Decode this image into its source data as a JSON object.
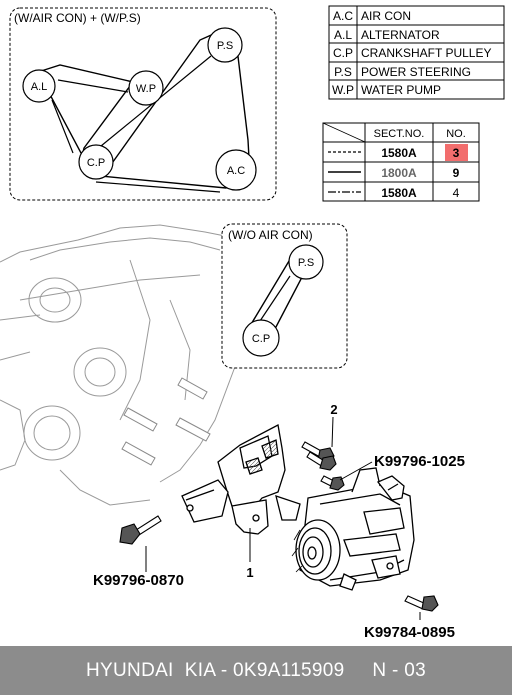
{
  "diagram": {
    "belt_routing_ac": {
      "label": "(W/AIR CON) + (W/P.S)",
      "pulleys": [
        "P.S",
        "A.L",
        "W.P",
        "C.P",
        "A.C"
      ]
    },
    "belt_routing_no_ac": {
      "label": "(W/O AIR CON)",
      "pulleys": [
        "P.S",
        "C.P"
      ]
    },
    "legend": [
      {
        "code": "A.C",
        "name": "AIR CON"
      },
      {
        "code": "A.L",
        "name": "ALTERNATOR"
      },
      {
        "code": "C.P",
        "name": "CRANKSHAFT PULLEY"
      },
      {
        "code": "P.S",
        "name": "POWER STEERING"
      },
      {
        "code": "W.P",
        "name": "WATER PUMP"
      }
    ],
    "section_table": {
      "col_sect": "SECT.NO.",
      "col_no": "NO.",
      "rows": [
        {
          "sect": "1580A",
          "no": "3"
        },
        {
          "sect": "1800A",
          "no": "9"
        },
        {
          "sect": "1580A",
          "no": "4"
        }
      ]
    },
    "callouts": {
      "num1": "1",
      "num2": "2",
      "part_upper_bolt": "K99796-1025",
      "part_left_bolt": "K99796-0870",
      "part_lower_bolt": "K99784-0895"
    }
  },
  "footer": {
    "text": "HYUNDAI  KIA - 0K9A115909     N - 03"
  },
  "colors": {
    "highlight_fill": "#f26d6d",
    "footer_bg": "#8c8c8c",
    "faded_text": "#666666"
  }
}
